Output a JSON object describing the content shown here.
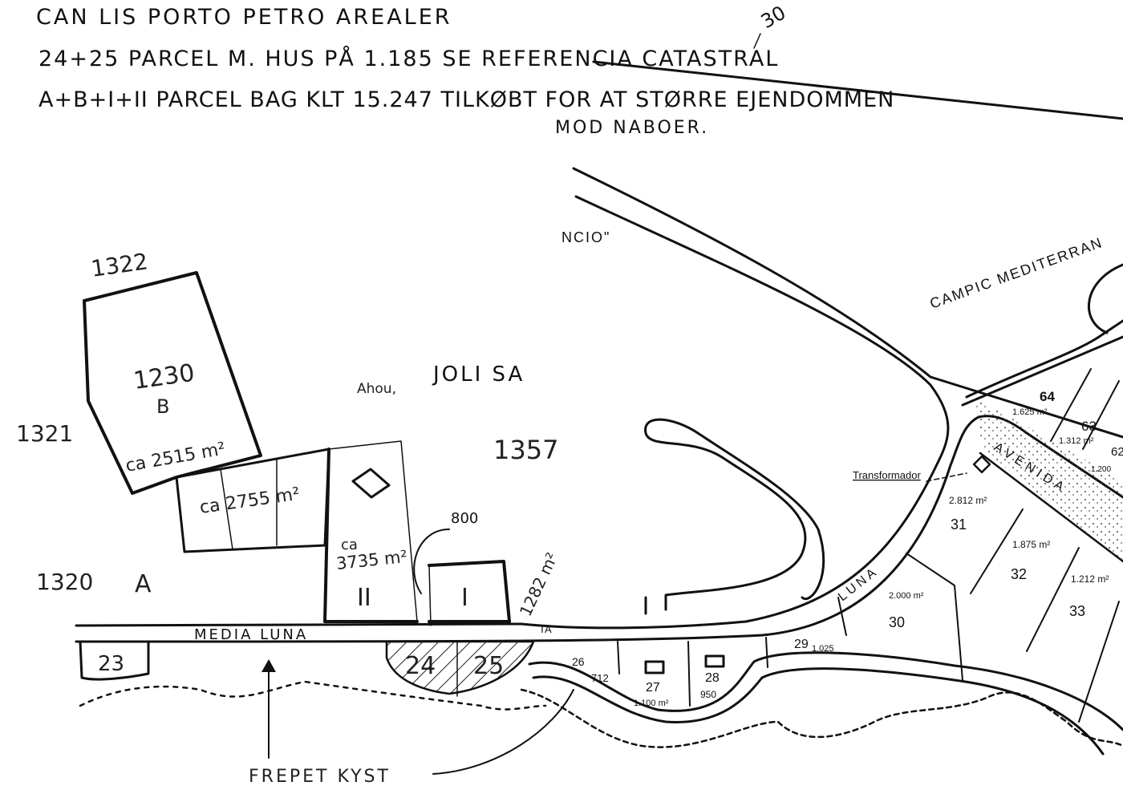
{
  "header": {
    "line1": "CAN LIS PORTO PETRO AREALER",
    "line2": "24+25 PARCEL M. HUS PÅ 1.185 SE REFERENCIA CATASTRAL",
    "line3": "A+B+I+II PARCEL BAG KLT 15.247 TILKØBT FOR AT STØRRE EJENDOMMEN",
    "line4": "MOD NABOER.",
    "corner_note": "30"
  },
  "parcels": {
    "b_ref": "1322",
    "b_area": "1230",
    "b_label": "B",
    "b_size": "ca 2515 m²",
    "left_ref_1": "1321",
    "left_ref_2": "1320",
    "a_label": "A",
    "a_size": "ca 2755 m²",
    "ii_size_1": "ca",
    "ii_size_2": "3735 m²",
    "ii_label": "II",
    "i_label": "I",
    "i_size": "1282 m²",
    "i_note": "800",
    "ref_1357": "1357",
    "owner_prefix": "Ahou,",
    "owner": "JOLI SA"
  },
  "streets": {
    "ncio": "NCIO\"",
    "campic": "CAMPIC MEDITERRAN",
    "avenida": "AVENIDA",
    "luna": "LUNA",
    "media_luna": "MEDIA LUNA",
    "ta": "TA",
    "transformador": "Transformador"
  },
  "lots": [
    {
      "num": "64",
      "area": "1.625 m²"
    },
    {
      "num": "63",
      "area": "1.312 m²"
    },
    {
      "num": "62",
      "area": "1.200"
    },
    {
      "num": "31",
      "area": "2.812 m²"
    },
    {
      "num": "32",
      "area": "1.875 m²"
    },
    {
      "num": "33",
      "area": "1.212 m²"
    },
    {
      "num": "30",
      "area": "2.000 m²"
    },
    {
      "num": "29",
      "area": "1.025"
    },
    {
      "num": "26",
      "area": "712"
    },
    {
      "num": "27",
      "area": "1.100 m²"
    },
    {
      "num": "28",
      "area": "950"
    },
    {
      "num": "23",
      "area": ""
    },
    {
      "num": "24",
      "area": ""
    },
    {
      "num": "25",
      "area": ""
    }
  ],
  "coast_label": "FREPET KYST"
}
